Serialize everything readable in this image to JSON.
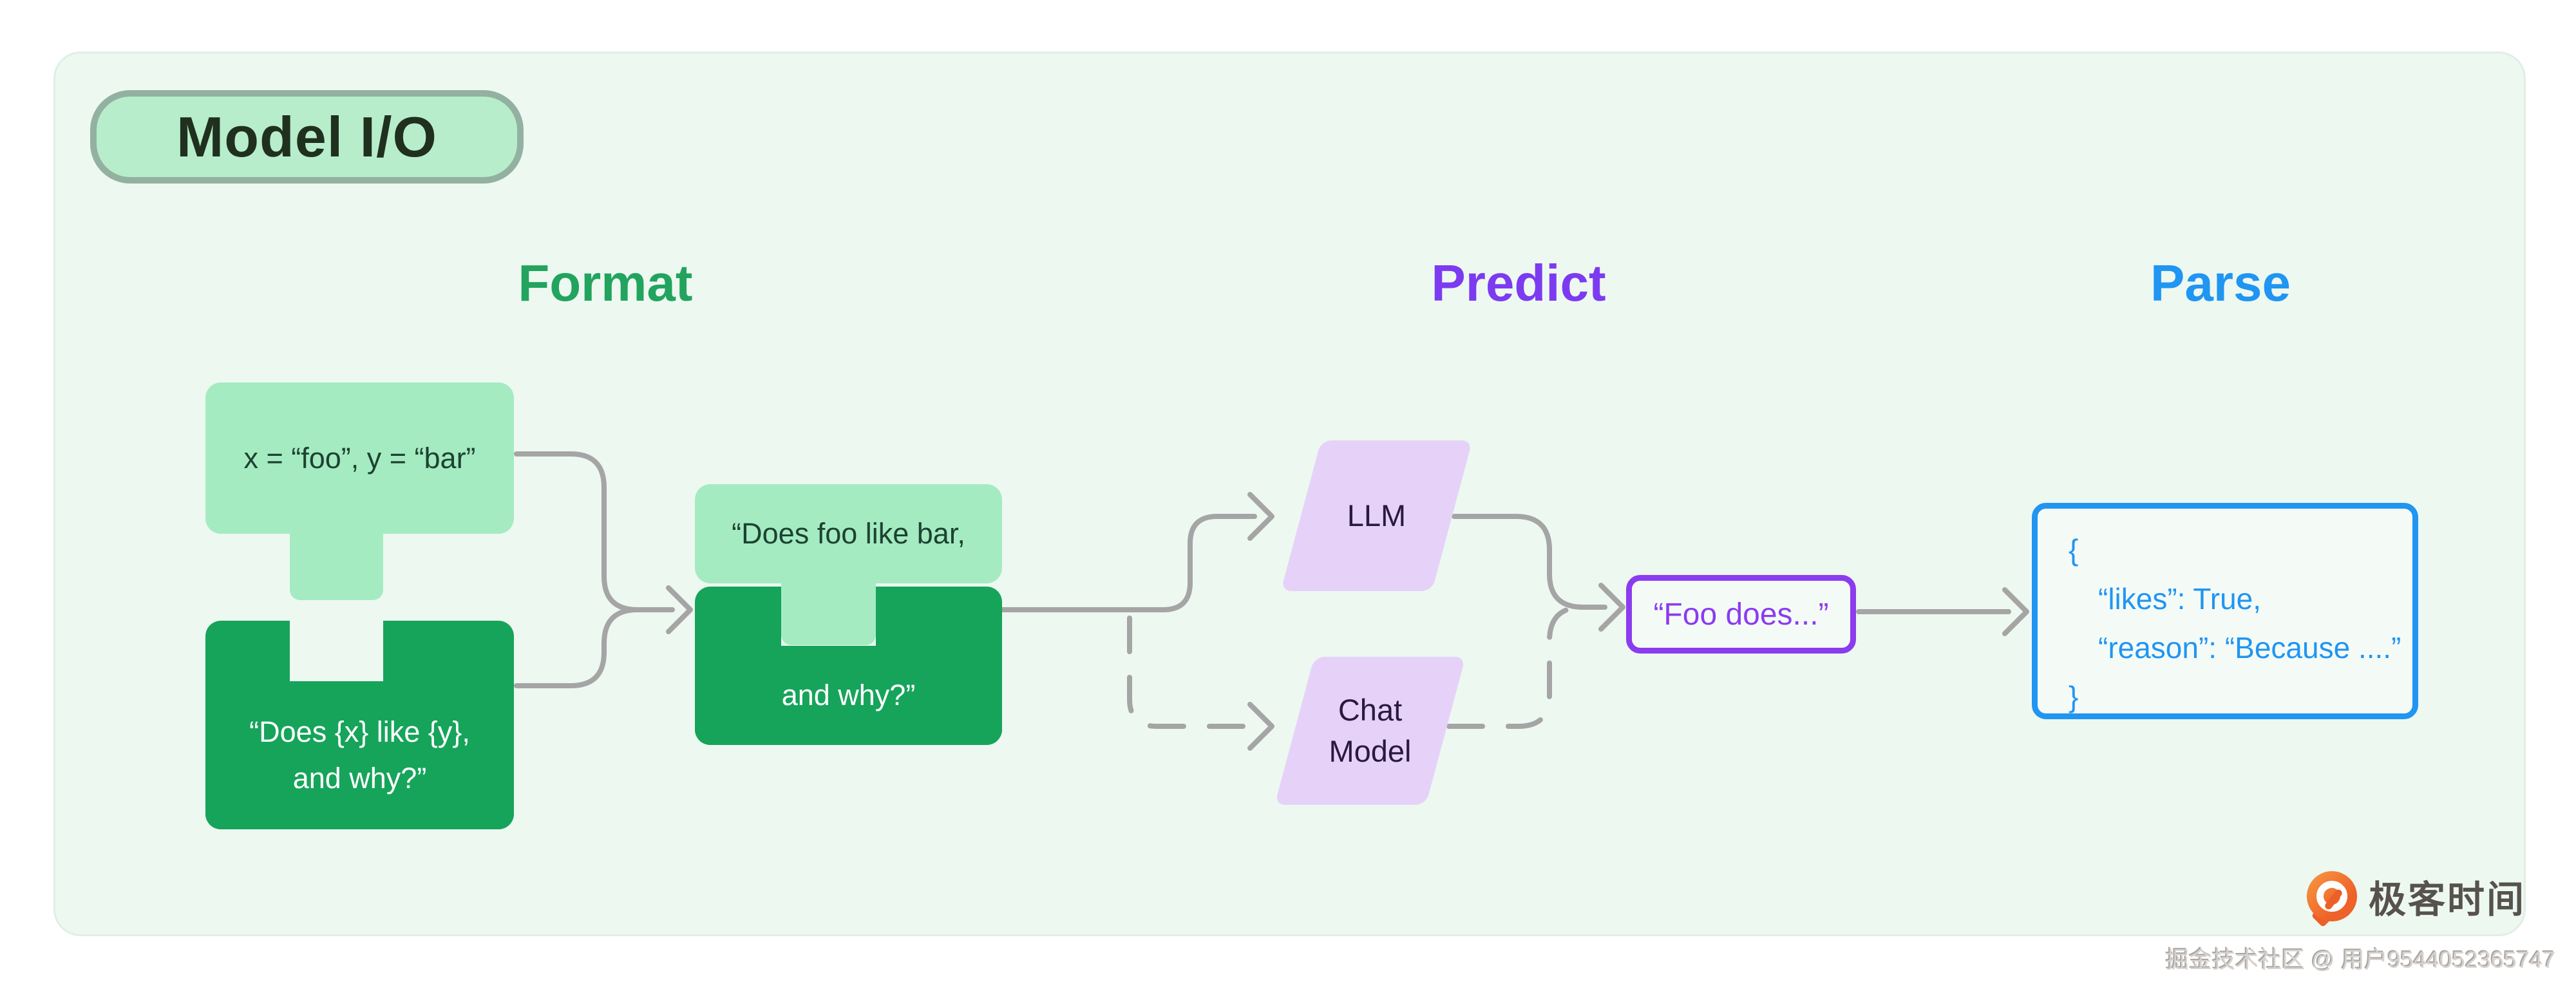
{
  "header": {
    "badge": "Model I/O"
  },
  "stages": [
    {
      "id": "format",
      "label": "Format",
      "color": "#22a45e"
    },
    {
      "id": "predict",
      "label": "Predict",
      "color": "#7c3bf0"
    },
    {
      "id": "parse",
      "label": "Parse",
      "color": "#2095f2"
    }
  ],
  "format": {
    "values_block": "x = “foo”, y = “bar”",
    "template_block_line1": "“Does {x} like {y},",
    "template_block_line2": "and why?”",
    "prompt_block_line1": "“Does foo like bar,",
    "prompt_block_line2": "and why?”"
  },
  "predict": {
    "llm_label": "LLM",
    "chat_model_line1": "Chat",
    "chat_model_line2": "Model",
    "output_text": "“Foo does...”"
  },
  "parse": {
    "json_line1": "{",
    "json_line2": "“likes”: True,",
    "json_line3": "“reason”: “Because ....”",
    "json_line4": "}"
  },
  "footer": {
    "logo_text": "极客时间",
    "watermark": "掘金技术社区 @ 用户9544052365747"
  },
  "colors": {
    "panel_bg": "#edf8f1",
    "light_green": "#a4ebc1",
    "dark_green": "#16a45a",
    "format_green": "#22a45e",
    "predict_purple": "#7c3bf0",
    "parse_blue": "#2095f2",
    "node_lavender": "#e6d2f8",
    "output_purple": "#8b3cee",
    "json_blue": "#2095f2",
    "connector_gray": "#a5a5a5",
    "logo_orange": "#ee5f2a"
  }
}
